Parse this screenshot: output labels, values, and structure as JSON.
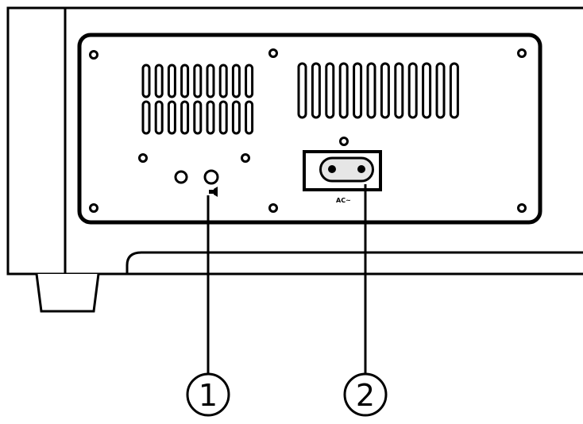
{
  "diagram": {
    "subject": "rear-panel",
    "callouts": [
      {
        "number": "1",
        "target": "headphone-jack"
      },
      {
        "number": "2",
        "target": "ac-power-inlet"
      }
    ],
    "ac_inlet_label": "AC~",
    "colors": {
      "line": "#000000",
      "background": "#ffffff",
      "socket_fill": "#e6e6e6"
    }
  }
}
